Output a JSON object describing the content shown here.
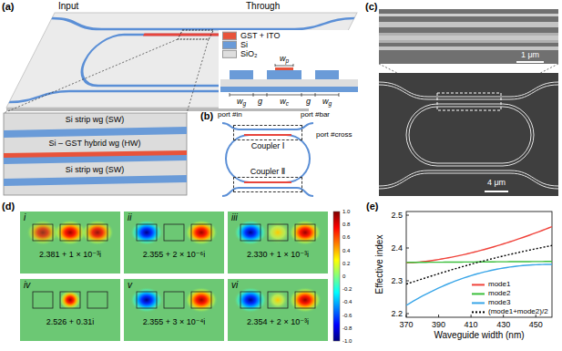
{
  "diagram": {
    "nodes": [
      {
        "text": [
          "Coupler Ⅰ"
        ]
      },
      {
        "text": [
          "Coupler Ⅱ"
        ]
      },
      {
        "text": [
          "i",
          "2.381 + 1 × 10⁻³i"
        ]
      },
      {
        "text": [
          "ii",
          "2.355 + 2 × 10⁻⁶i"
        ]
      },
      {
        "text": [
          "iii",
          "2.330 + 1 × 10⁻³i"
        ]
      },
      {
        "text": [
          "iv",
          "2.526 + 0.31i"
        ]
      },
      {
        "text": [
          "v",
          "2.355 + 3 × 10⁻⁴i"
        ]
      },
      {
        "text": [
          "vi",
          "2.354 + 2 × 10⁻³i"
        ]
      }
    ],
    "labels": [
      "(a)",
      "Input",
      "Through",
      "Si strip wg (SW)",
      "Si – GST hybrid wg (HW)",
      "Si strip wg (SW)",
      "wg",
      "g",
      "wc",
      "g",
      "wg",
      "wp",
      "(b)",
      "port #in",
      "port #bar",
      "port #cross",
      "(c)",
      "1 μm",
      "4 μm",
      "(d)",
      "1.0",
      "0.8",
      "0.6",
      "0.4",
      "0.2",
      "0",
      "-0.2",
      "-0.4",
      "-0.6",
      "-0.8",
      "-1.0",
      "(e)",
      "Effective index",
      "Waveguide width (nm)",
      "2.2",
      "2.3",
      "2.4",
      "2.5",
      "370",
      "390",
      "410",
      "430",
      "450"
    ],
    "legend": [
      {
        "text": "GST + ITO",
        "color": "#e8533a"
      },
      {
        "text": "Si",
        "color": "#6a9bd8"
      },
      {
        "text": "SiO₂",
        "color": "#dedede"
      },
      {
        "text": "mode1"
      },
      {
        "text": "mode2"
      },
      {
        "text": "mode3"
      },
      {
        "text": "(mode1+mode2)/2"
      }
    ]
  }
}
